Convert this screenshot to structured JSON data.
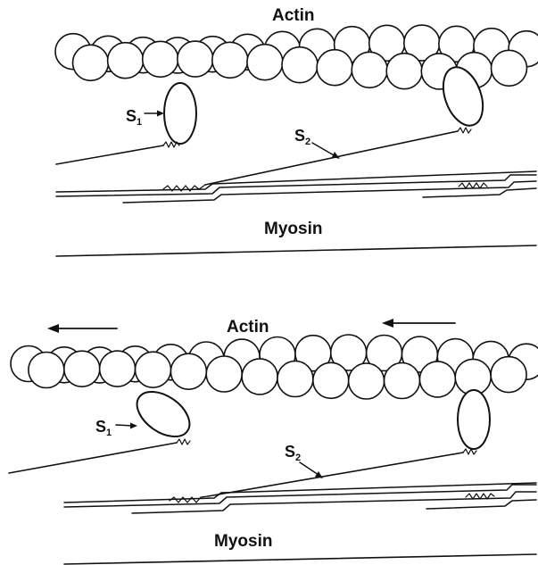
{
  "panels": [
    {
      "actin_label": "Actin",
      "myosin_label": "Myosin",
      "s1_label": "S",
      "s1_sub": "1",
      "s2_label": "S",
      "s2_sub": "2"
    },
    {
      "actin_label": "Actin",
      "myosin_label": "Myosin",
      "s1_label": "S",
      "s1_sub": "1",
      "s2_label": "S",
      "s2_sub": "2"
    }
  ]
}
